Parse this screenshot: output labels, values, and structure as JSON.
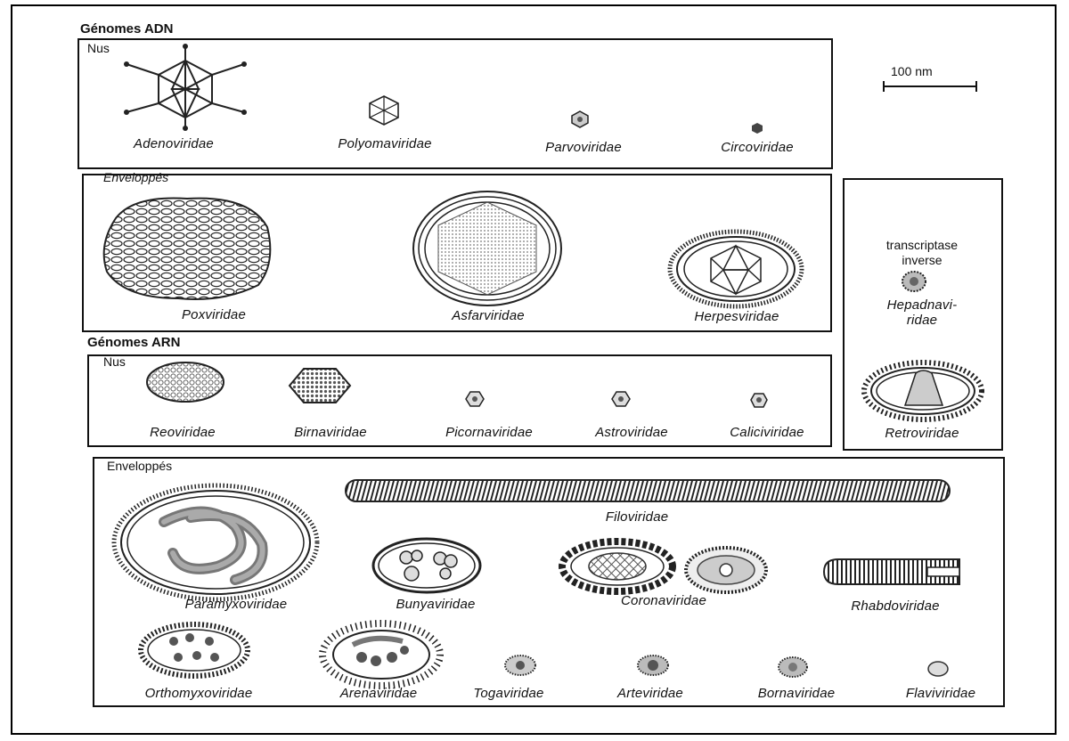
{
  "dna": {
    "heading": "Génomes ADN",
    "naked": {
      "label": "Nus",
      "viruses": [
        "Adenoviridae",
        "Polyomaviridae",
        "Parvoviridae",
        "Circoviridae"
      ]
    },
    "enveloped": {
      "label": "Enveloppés",
      "viruses": [
        "Poxviridae",
        "Asfarviridae",
        "Herpesviridae"
      ]
    }
  },
  "rna": {
    "heading": "Génomes ARN",
    "naked": {
      "label": "Nus",
      "viruses": [
        "Reoviridae",
        "Birnaviridae",
        "Picornaviridae",
        "Astroviridae",
        "Caliciviridae"
      ]
    },
    "enveloped": {
      "label": "Enveloppés",
      "viruses": [
        "Filoviridae",
        "Paramyxoviridae",
        "Bunyaviridae",
        "Coronaviridae",
        "Rhabdoviridae",
        "Orthomyxoviridae",
        "Arenaviridae",
        "Togaviridae",
        "Arteviridae",
        "Bornaviridae",
        "Flaviviridae"
      ]
    }
  },
  "reverse_transcriptase": {
    "label_line1": "transcriptase",
    "label_line2": "inverse",
    "viruses": [
      "Hepadnavi-",
      "ridae",
      "Retroviridae"
    ]
  },
  "scale_bar": {
    "label": "100 nm"
  }
}
